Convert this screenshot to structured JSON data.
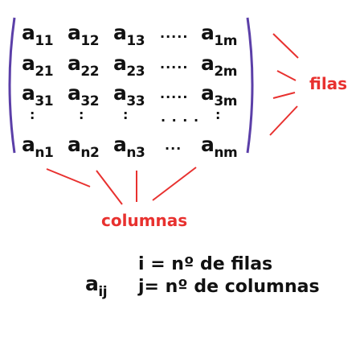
{
  "matrix": {
    "rows": [
      {
        "cells": [
          {
            "base": "a",
            "sub": "11"
          },
          {
            "base": "a",
            "sub": "12"
          },
          {
            "base": "a",
            "sub": "13"
          },
          {
            "base": "a",
            "sub": "1m"
          }
        ],
        "dots": "·····"
      },
      {
        "cells": [
          {
            "base": "a",
            "sub": "21"
          },
          {
            "base": "a",
            "sub": "22"
          },
          {
            "base": "a",
            "sub": "23"
          },
          {
            "base": "a",
            "sub": "2m"
          }
        ],
        "dots": "·····"
      },
      {
        "cells": [
          {
            "base": "a",
            "sub": "31"
          },
          {
            "base": "a",
            "sub": "32"
          },
          {
            "base": "a",
            "sub": "33"
          },
          {
            "base": "a",
            "sub": "3m"
          }
        ],
        "dots": "·····"
      },
      {
        "cells": [
          {
            "base": "a",
            "sub": "n1"
          },
          {
            "base": "a",
            "sub": "n2"
          },
          {
            "base": "a",
            "sub": "n3"
          },
          {
            "base": "a",
            "sub": "nm"
          }
        ],
        "dots": "···"
      }
    ],
    "vertical_dots": [
      ":",
      ":",
      ":",
      ":"
    ],
    "middle_dots": "· · · ·"
  },
  "labels": {
    "rows": "filas",
    "columns": "columnas"
  },
  "definition": {
    "element": {
      "base": "a",
      "sub": "ij"
    },
    "i_line": "i = nº de filas",
    "j_line": "j= nº de columnas"
  },
  "colors": {
    "bracket": "#5b3fa8",
    "arrows": "#e8312f",
    "text": "#111111"
  }
}
